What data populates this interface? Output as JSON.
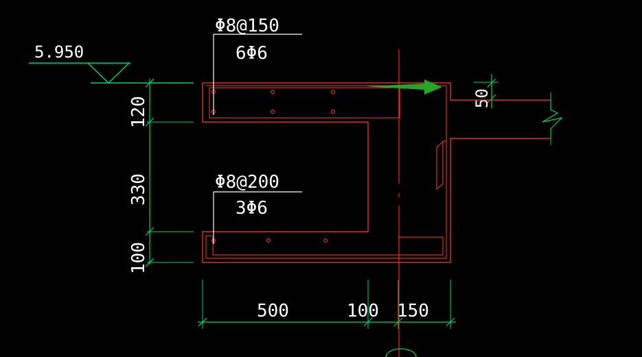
{
  "colors": {
    "background": "#000000",
    "concrete": "#ff3b30",
    "dimension": "#00d26a",
    "extension": "#2aa84a",
    "centerline": "#ff2020",
    "arrow": "#27a527",
    "text": "#ffffff",
    "leader": "#ffffff"
  },
  "elevation": {
    "label": "5.950"
  },
  "rebar_top": {
    "stirrup": "Φ8@150",
    "bars": "6Φ6"
  },
  "rebar_bottom": {
    "stirrup": "Φ8@200",
    "bars": "3Φ6"
  },
  "dimensions": {
    "vertical": [
      "120",
      "330",
      "100"
    ],
    "horizontal": [
      "500",
      "100",
      "150"
    ],
    "slab": "50"
  }
}
